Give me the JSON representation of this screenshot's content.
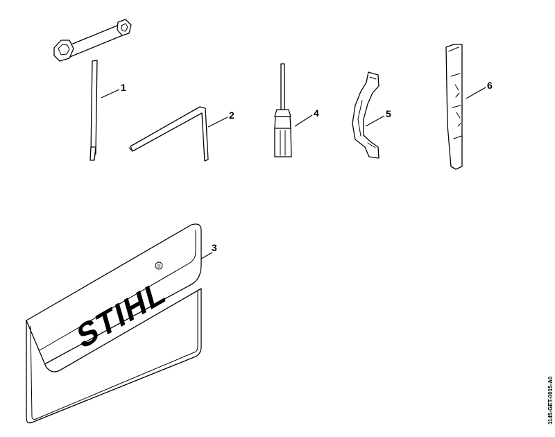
{
  "callouts": {
    "combination_wrench": "1",
    "hex_key": "2",
    "tool_pouch": "3",
    "screwdriver": "4",
    "hook_tool": "5",
    "depth_gauge": "6"
  },
  "pouch_logo": {
    "brand": "STIHL",
    "registered_mark": "®"
  },
  "document_id": "1145-GET-0015-A0"
}
